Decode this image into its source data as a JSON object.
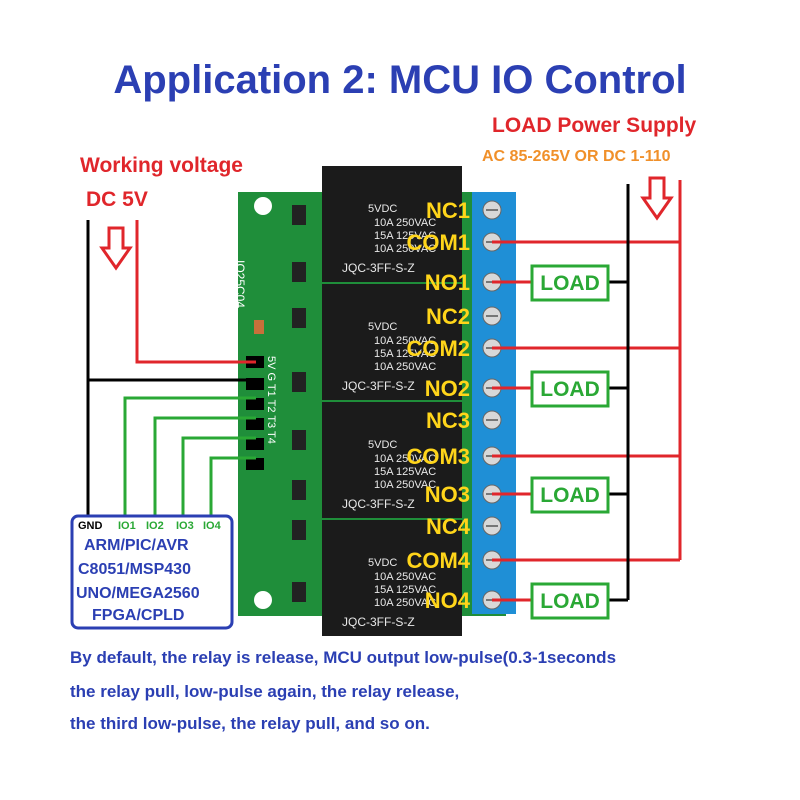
{
  "title": "Application 2: MCU IO Control",
  "working_voltage": {
    "label": "Working voltage",
    "value": "DC 5V"
  },
  "load_supply": {
    "label": "LOAD Power Supply",
    "range": "AC 85-265V OR DC 1-110"
  },
  "board": {
    "model": "IO25C04",
    "pin_labels": "5V G T1 T2 T3 T4"
  },
  "relay_text": {
    "line1": "5VDC",
    "line2": "10A 250VAC",
    "line3": "15A 125VAC",
    "line4": "10A 250VAC",
    "model": "JQC-3FF-S-Z"
  },
  "terminals": [
    "NC1",
    "COM1",
    "NO1",
    "NC2",
    "COM2",
    "NO2",
    "NC3",
    "COM3",
    "NO3",
    "NC4",
    "COM4",
    "NO4"
  ],
  "load_label": "LOAD",
  "mcu": {
    "pins": [
      "GND",
      "IO1",
      "IO2",
      "IO3",
      "IO4"
    ],
    "lines": [
      "ARM/PIC/AVR",
      "C8051/MSP430",
      "UNO/MEGA2560",
      "FPGA/CPLD"
    ]
  },
  "description": [
    "By default, the relay is release, MCU output low-pulse(0.3-1seconds",
    "the relay pull, low-pulse again, the relay release,",
    "the third low-pulse, the relay pull, and so on."
  ],
  "colors": {
    "title_blue": "#2b3fb3",
    "red": "#e0262b",
    "orange": "#f0902a",
    "green": "#2aa835",
    "pcb": "#1f8e3a",
    "terminal": "#1f8fd6"
  }
}
